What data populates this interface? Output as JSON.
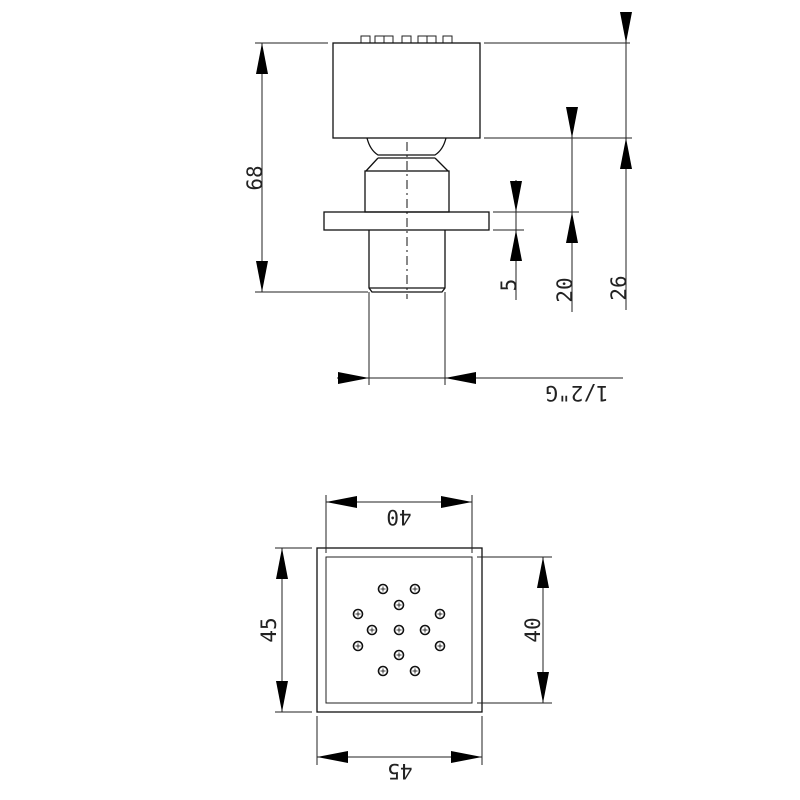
{
  "title": "Body jet technical drawing",
  "side_view": {
    "dim_total_height": "68",
    "dim_flange_thickness": "5",
    "dim_flange_to_head": "20",
    "dim_head_height": "26",
    "dim_thread": "1/2\"G"
  },
  "front_view": {
    "dim_inner_width": "40",
    "dim_outer_height": "45",
    "dim_inner_height": "40",
    "dim_outer_width": "45",
    "nozzle_count": 13
  }
}
